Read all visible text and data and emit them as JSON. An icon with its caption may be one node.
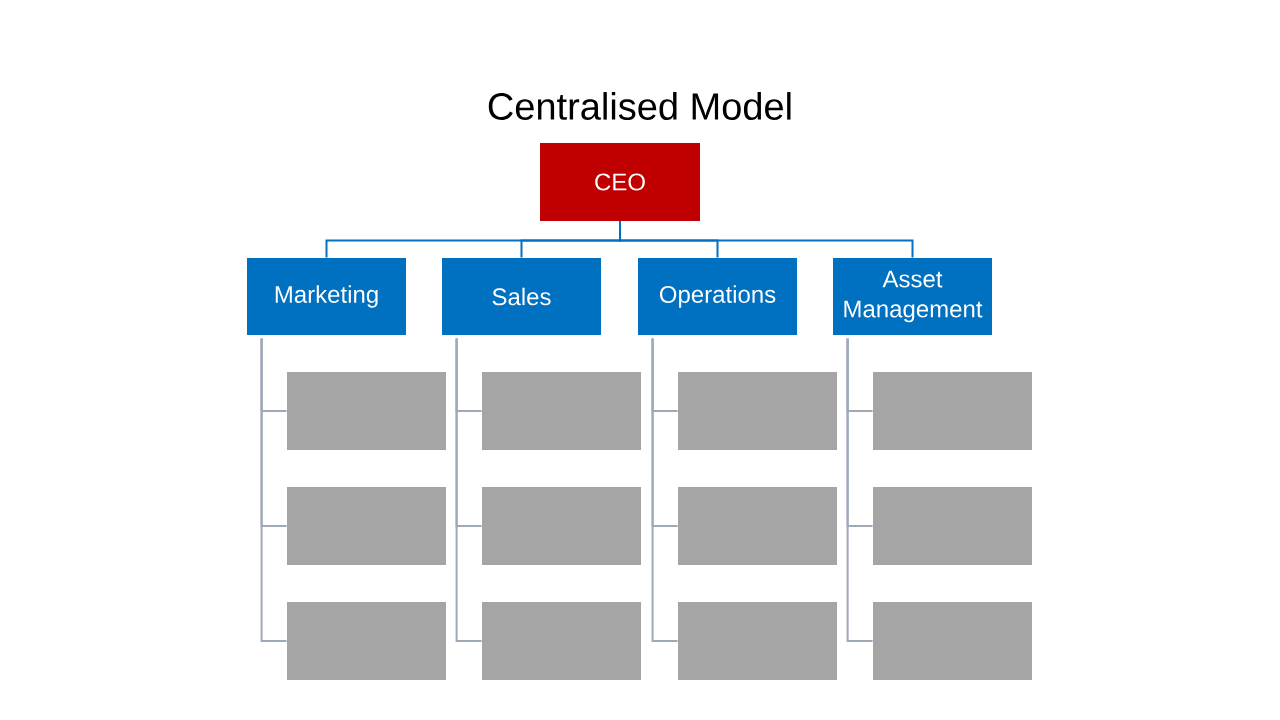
{
  "diagram": {
    "title": "Centralised Model",
    "nodes": [
      {
        "text": [
          "CEO"
        ]
      },
      {
        "text": [
          "Marketing"
        ]
      },
      {
        "text": [
          "Sales"
        ]
      },
      {
        "text": [
          "Operations"
        ]
      },
      {
        "text": [
          "Asset Management"
        ]
      },
      {
        "text": [],
        "shape": "box"
      },
      {
        "text": [],
        "shape": "box"
      },
      {
        "text": [],
        "shape": "box"
      },
      {
        "text": [],
        "shape": "box"
      },
      {
        "text": [],
        "shape": "box"
      },
      {
        "text": [],
        "shape": "box"
      },
      {
        "text": [],
        "shape": "box"
      },
      {
        "text": [],
        "shape": "box"
      },
      {
        "text": [],
        "shape": "box"
      },
      {
        "text": [],
        "shape": "box"
      },
      {
        "text": [],
        "shape": "box"
      },
      {
        "text": [],
        "shape": "box"
      }
    ],
    "edges": [
      {
        "from": 0,
        "to": 1,
        "arrow": "none",
        "color": "#0070c0"
      },
      {
        "from": 0,
        "to": 2,
        "arrow": "none",
        "color": "#0070c0"
      },
      {
        "from": 0,
        "to": 3,
        "arrow": "none",
        "color": "#0070c0"
      },
      {
        "from": 0,
        "to": 4,
        "arrow": "none",
        "color": "#0070c0"
      },
      {
        "from": 1,
        "to": 5,
        "arrow": "none"
      },
      {
        "from": 1,
        "to": 6,
        "arrow": "none"
      },
      {
        "from": 1,
        "to": 7,
        "arrow": "none"
      },
      {
        "from": 2,
        "to": 8,
        "arrow": "none"
      },
      {
        "from": 2,
        "to": 9,
        "arrow": "none"
      },
      {
        "from": 2,
        "to": 10,
        "arrow": "none"
      },
      {
        "from": 3,
        "to": 11,
        "arrow": "none"
      },
      {
        "from": 3,
        "to": 12,
        "arrow": "none"
      },
      {
        "from": 3,
        "to": 13,
        "arrow": "none"
      },
      {
        "from": 4,
        "to": 14,
        "arrow": "none"
      },
      {
        "from": 4,
        "to": 15,
        "arrow": "none"
      },
      {
        "from": 4,
        "to": 16,
        "arrow": "none"
      }
    ]
  }
}
